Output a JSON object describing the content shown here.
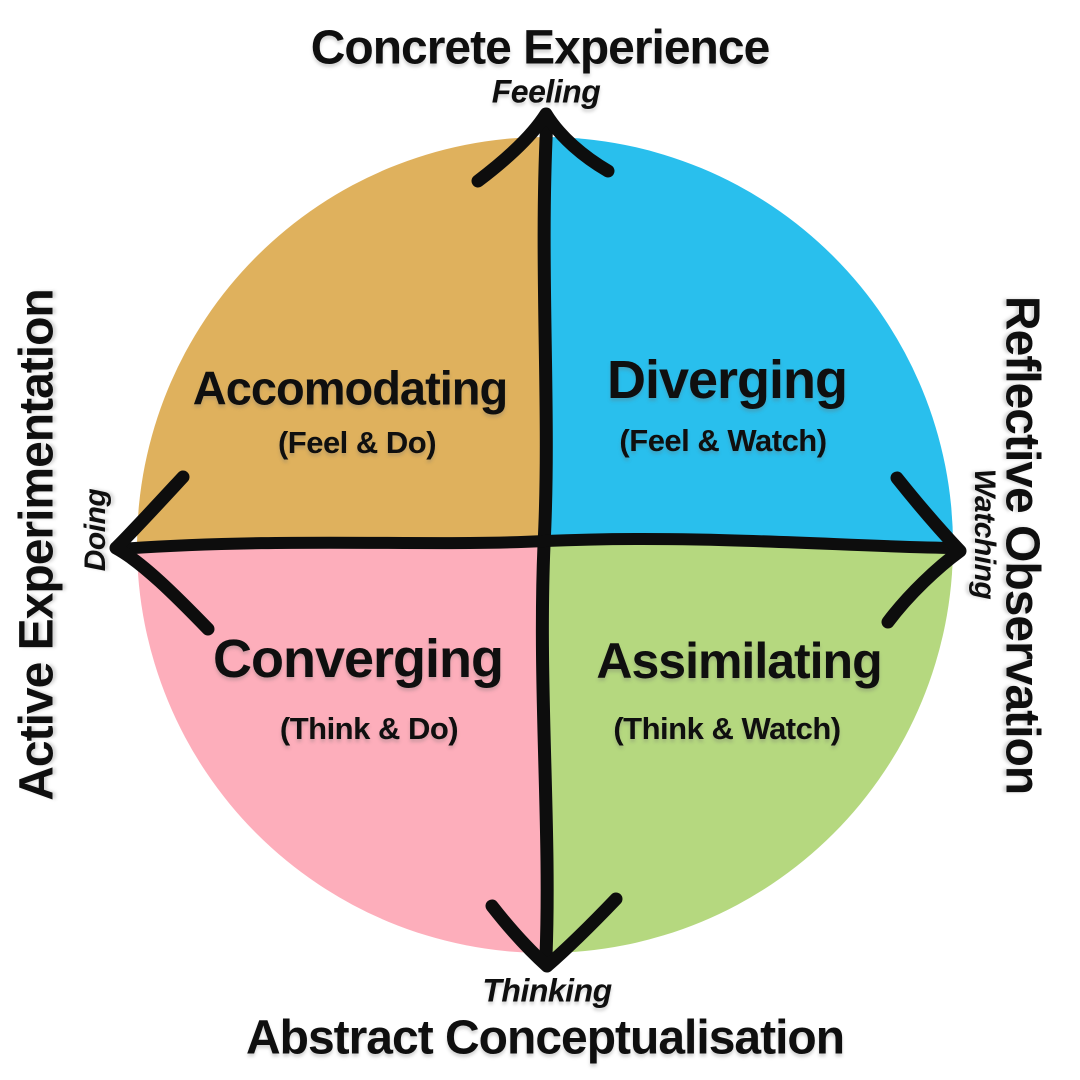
{
  "axes": {
    "top": {
      "title": "Concrete Experience",
      "subtitle": "Feeling"
    },
    "right": {
      "title": "Reflective Observation",
      "subtitle": "Watching"
    },
    "bottom": {
      "title": "Abstract Conceptualisation",
      "subtitle": "Thinking"
    },
    "left": {
      "title": "Active Experimentation",
      "subtitle": "Doing"
    }
  },
  "quadrants": {
    "top_left": {
      "label": "Accomodating",
      "sublabel": "(Feel & Do)",
      "color": "#dfb15d"
    },
    "top_right": {
      "label": "Diverging",
      "sublabel": "(Feel & Watch)",
      "color": "#29bfed"
    },
    "bottom_left": {
      "label": "Converging",
      "sublabel": "(Think & Do)",
      "color": "#fdaebb"
    },
    "bottom_right": {
      "label": "Assimilating",
      "sublabel": "(Think & Watch)",
      "color": "#b5d87f"
    }
  },
  "colors": {
    "background": "#ffffff",
    "axis_stroke": "#0d0d0d",
    "text": "#0f0f0f"
  }
}
